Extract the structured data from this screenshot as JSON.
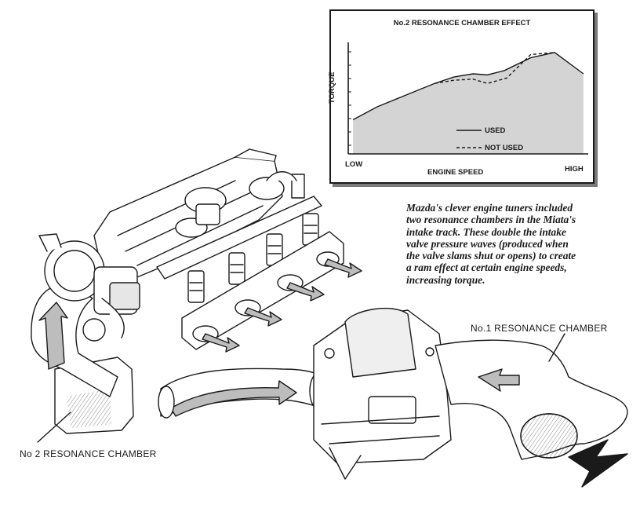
{
  "inset_chart": {
    "title": "No.2 RESONANCE CHAMBER EFFECT",
    "ylabel": "TORQUE",
    "xlabel": "ENGINE SPEED",
    "x_low": "LOW",
    "x_high": "HIGH",
    "legend": {
      "used": "USED",
      "not_used": "NOT USED"
    }
  },
  "chart_data": {
    "type": "area",
    "title": "No.2 RESONANCE CHAMBER EFFECT",
    "xlabel": "ENGINE SPEED",
    "ylabel": "TORQUE",
    "x_tick_labels": [
      "LOW",
      "HIGH"
    ],
    "xlim": [
      0,
      1
    ],
    "ylim": [
      0,
      1
    ],
    "series": [
      {
        "name": "USED",
        "style": "solid",
        "x": [
          0.02,
          0.12,
          0.25,
          0.36,
          0.44,
          0.52,
          0.58,
          0.65,
          0.76,
          0.86,
          0.98
        ],
        "y": [
          0.32,
          0.44,
          0.56,
          0.66,
          0.72,
          0.75,
          0.74,
          0.78,
          0.9,
          0.95,
          0.75
        ]
      },
      {
        "name": "NOT USED",
        "style": "dashed",
        "x": [
          0.36,
          0.44,
          0.52,
          0.58,
          0.66,
          0.76,
          0.86
        ],
        "y": [
          0.66,
          0.69,
          0.7,
          0.66,
          0.71,
          0.93,
          0.95
        ]
      }
    ],
    "fill": "shaded area under USED curve",
    "legend_position": "bottom-right",
    "grid": false
  },
  "labels": {
    "no1": "No.1 RESONANCE CHAMBER",
    "no2": "No 2 RESONANCE CHAMBER"
  },
  "caption": [
    "Mazda's clever engine tuners included",
    "two resonance chambers in the Miata's",
    "intake track. These double the intake",
    "valve pressure waves (produced when",
    "the valve slams shut or opens) to create",
    "a ram effect at certain engine speeds,",
    "increasing torque."
  ],
  "colors": {
    "ink": "#1a1a1a",
    "shade": "#d4d4d4",
    "paper": "#ffffff"
  }
}
